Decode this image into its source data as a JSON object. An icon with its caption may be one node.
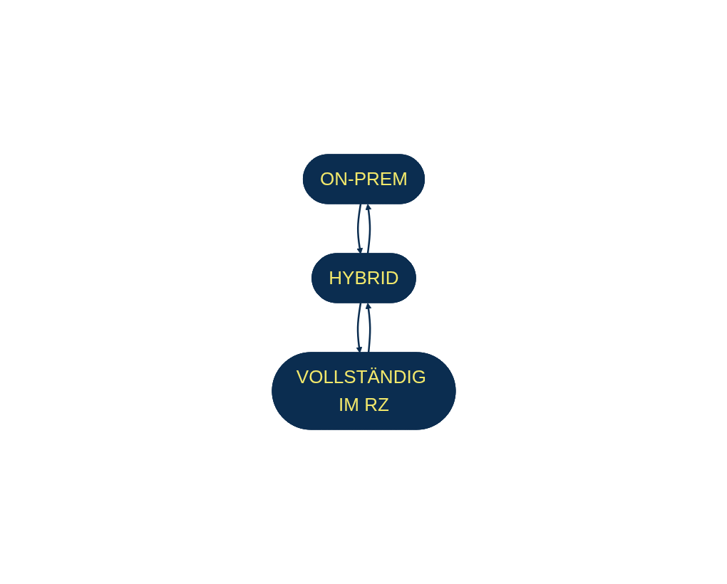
{
  "diagram": {
    "nodes": [
      {
        "text": [
          "ON-PREM"
        ]
      },
      {
        "text": [
          "HYBRID"
        ]
      },
      {
        "text": [
          "VOLLSTÄNDIG IM RZ"
        ]
      }
    ],
    "edges": [
      {
        "from": 0,
        "to": 1,
        "arrow": "to"
      },
      {
        "from": 1,
        "to": 0,
        "arrow": "to"
      },
      {
        "from": 1,
        "to": 2,
        "arrow": "to"
      },
      {
        "from": 2,
        "to": 1,
        "arrow": "to"
      }
    ]
  }
}
